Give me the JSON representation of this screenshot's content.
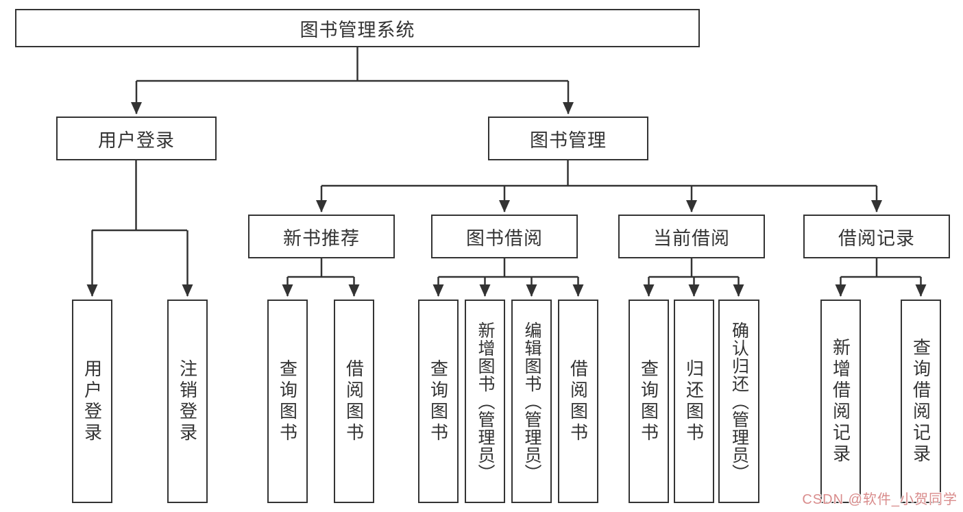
{
  "tree": {
    "root": {
      "label": "图书管理系统",
      "children": [
        {
          "label": "用户登录",
          "children": [
            {
              "label": "用户登录"
            },
            {
              "label": "注销登录"
            }
          ]
        },
        {
          "label": "图书管理",
          "children": [
            {
              "label": "新书推荐",
              "children": [
                {
                  "label": "查询图书"
                },
                {
                  "label": "借阅图书"
                }
              ]
            },
            {
              "label": "图书借阅",
              "children": [
                {
                  "label": "查询图书"
                },
                {
                  "label": "新增图书（管理员）"
                },
                {
                  "label": "编辑图书（管理员）"
                },
                {
                  "label": "借阅图书"
                }
              ]
            },
            {
              "label": "当前借阅",
              "children": [
                {
                  "label": "查询图书"
                },
                {
                  "label": "归还图书"
                },
                {
                  "label": "确认归还（管理员）"
                }
              ]
            },
            {
              "label": "借阅记录",
              "children": [
                {
                  "label": "新增借阅记录"
                },
                {
                  "label": "查询借阅记录"
                }
              ]
            }
          ]
        }
      ]
    }
  },
  "watermark": {
    "text": "CSDN @软件_小贺同学"
  },
  "colors": {
    "line": "#333333",
    "box_border": "#333333",
    "box_fill": "#ffffff",
    "text": "#333333",
    "background": "#ffffff",
    "watermark": "#d98c8c"
  }
}
